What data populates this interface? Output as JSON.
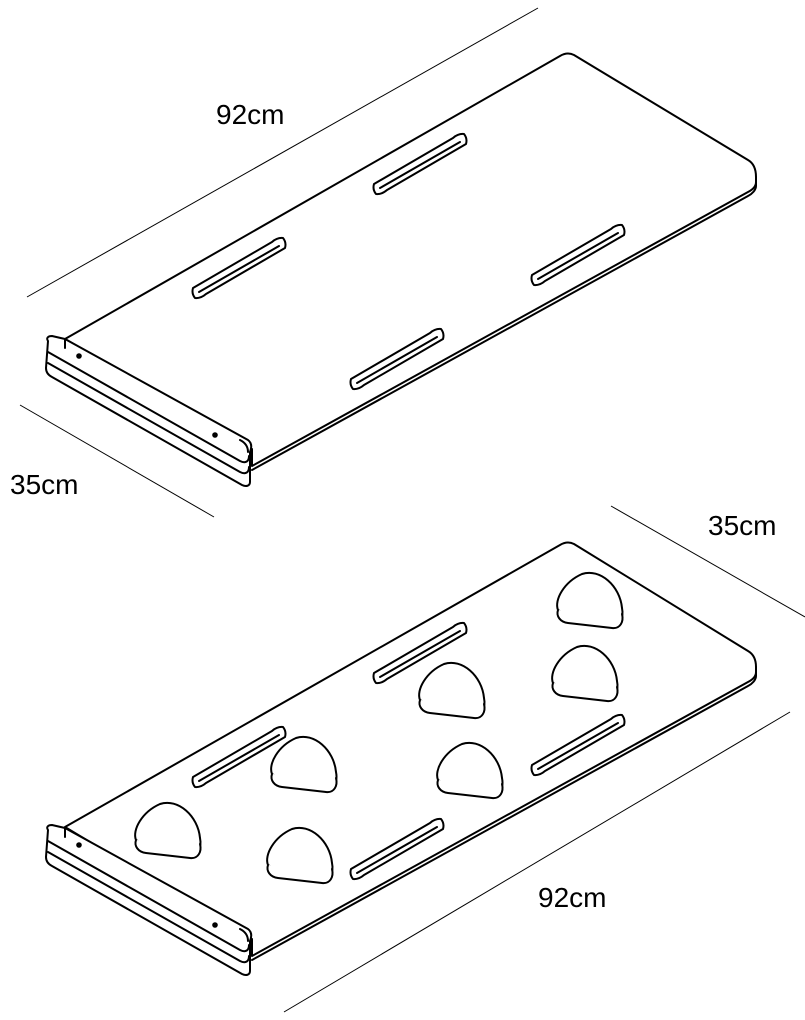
{
  "diagrams": [
    {
      "id": "top-board",
      "length_label": "92cm",
      "width_label": "35cm"
    },
    {
      "id": "bottom-board",
      "length_label": "92cm",
      "width_label": "35cm"
    }
  ]
}
